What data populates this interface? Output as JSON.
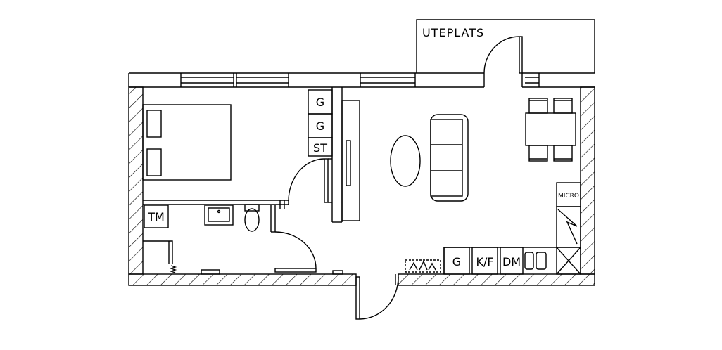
{
  "labels": {
    "patio": "UTEPLATS",
    "wardrobe_1": "G",
    "wardrobe_2": "G",
    "storage": "ST",
    "washer": "TM",
    "microwave": "MICRO",
    "kitchen_cabinet": "G",
    "fridge_freezer": "K/F",
    "dishwasher": "DM"
  },
  "colors": {
    "line": "#000000",
    "background": "#ffffff"
  }
}
